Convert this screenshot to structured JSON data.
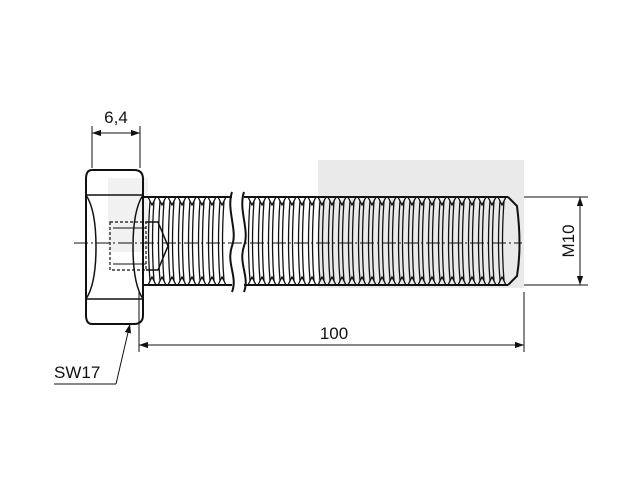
{
  "diagram": {
    "head_thickness_label": "6,4",
    "length_label": "100",
    "thread_label": "M10",
    "wrench_size_label": "SW17"
  },
  "colors": {
    "line": "#111111",
    "watermark": "#d9d9d9",
    "background": "#ffffff"
  }
}
